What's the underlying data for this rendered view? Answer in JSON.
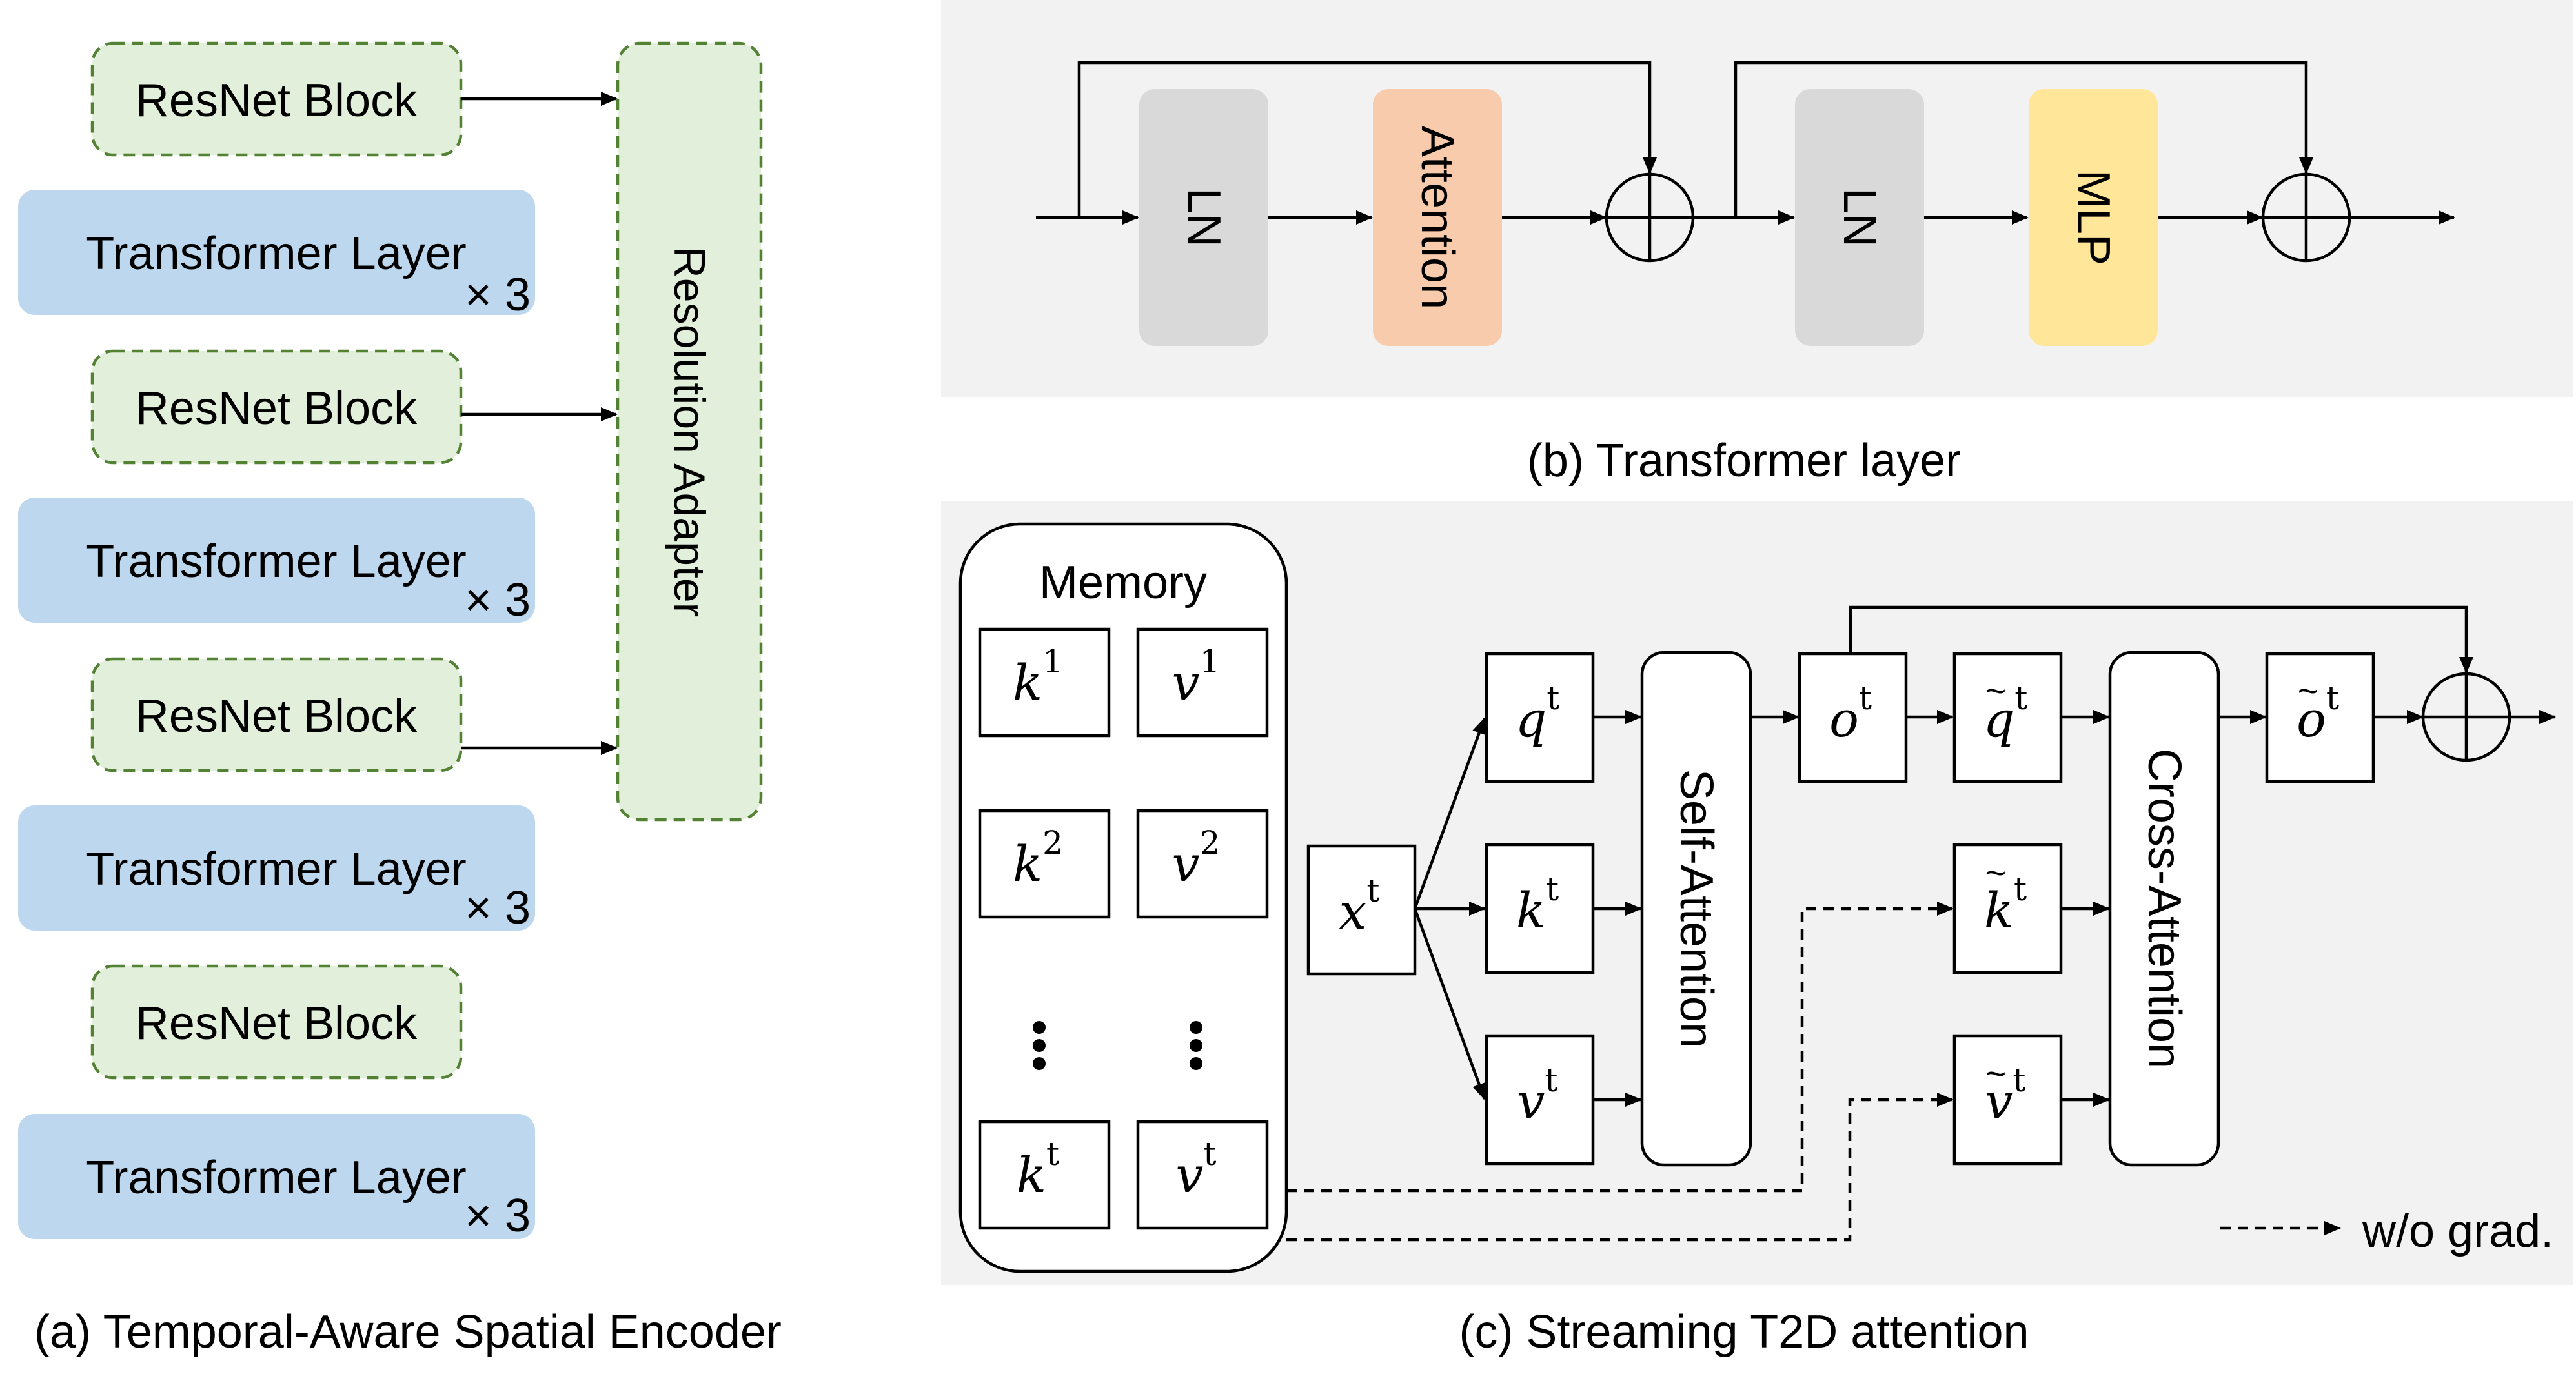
{
  "panel_a": {
    "caption": "(a) Temporal-Aware Spatial Encoder",
    "resnet_label": "ResNet Block",
    "transformer_label": "Transformer Layer",
    "repeat_label": "× 3",
    "adapter_label": "Resolution Adapter",
    "colors": {
      "resnet_fill": "#e2efda",
      "resnet_stroke": "#548235",
      "transformer_fill": "#bdd7ee"
    }
  },
  "panel_b": {
    "caption": "(b) Transformer layer",
    "ln1": "LN",
    "attention": "Attention",
    "ln2": "LN",
    "mlp": "MLP",
    "colors": {
      "panel_bg": "#f2f2f2",
      "ln": "#d9d9d9",
      "attention": "#f8cbad",
      "mlp": "#ffe699"
    }
  },
  "panel_c": {
    "caption": "(c) Streaming T2D attention",
    "memory_title": "Memory",
    "mem_k1": "k",
    "mem_k1_sup": "1",
    "mem_v1": "v",
    "mem_v1_sup": "1",
    "mem_k2": "k",
    "mem_k2_sup": "2",
    "mem_v2": "v",
    "mem_v2_sup": "2",
    "mem_kt": "k",
    "mem_kt_sup": "t",
    "mem_vt": "v",
    "mem_vt_sup": "t",
    "x": "x",
    "x_sup": "t",
    "q": "q",
    "q_sup": "t",
    "k": "k",
    "k_sup": "t",
    "v": "v",
    "v_sup": "t",
    "self_attention": "Self-Attention",
    "o": "o",
    "o_sup": "t",
    "q_tilde": "q",
    "q_tilde_sup": "t",
    "k_tilde": "k",
    "k_tilde_sup": "t",
    "v_tilde": "v",
    "v_tilde_sup": "t",
    "tilde_mark": "~",
    "cross_attention": "Cross-Attention",
    "o_tilde": "o",
    "o_tilde_sup": "t",
    "legend": "w/o grad.",
    "colors": {
      "panel_bg": "#f2f2f2"
    }
  }
}
